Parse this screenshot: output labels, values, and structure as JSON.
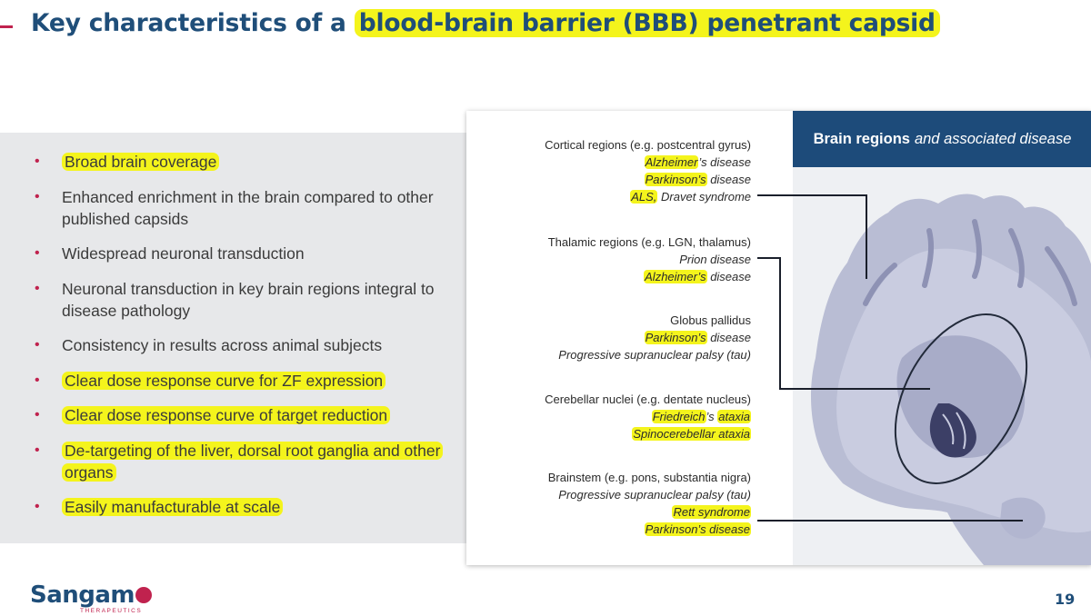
{
  "title": {
    "prefix": "Key characteristics of a ",
    "highlight": "blood-brain barrier (BBB) penetrant capsid"
  },
  "bullets": [
    {
      "text": "Broad brain coverage",
      "highlighted": true
    },
    {
      "text": "Enhanced enrichment in the brain compared to other published capsids",
      "highlighted": false
    },
    {
      "text": "Widespread neuronal transduction",
      "highlighted": false
    },
    {
      "text": "Neuronal transduction in key brain regions integral to disease pathology",
      "highlighted": false
    },
    {
      "text": "Consistency in results across animal subjects",
      "highlighted": false
    },
    {
      "text": "Clear dose response curve for ZF expression",
      "highlighted": true
    },
    {
      "text": "Clear dose response curve of target reduction",
      "highlighted": true
    },
    {
      "text": "De-targeting of the liver, dorsal root ganglia and other organs",
      "highlighted": true
    },
    {
      "text": "Easily manufacturable at scale",
      "highlighted": true
    }
  ],
  "panel": {
    "header_bold": "Brain regions",
    "header_italic": "and associated disease",
    "regions": [
      {
        "name": "Cortical regions (e.g. postcentral gyrus)",
        "d1_hl": "Alzheimer",
        "d1_rest": "’s disease",
        "d2_hl": "Parkinson’s",
        "d2_rest": " disease",
        "d3_hl": "ALS,",
        "d3_rest": " Dravet syndrome"
      },
      {
        "name": "Thalamic regions (e.g. LGN, thalamus)",
        "d1": "Prion disease",
        "d2_hl": "Alzheimer’s",
        "d2_rest": " disease"
      },
      {
        "name": "Globus pallidus",
        "d1_hl": "Parkinson’s",
        "d1_rest": " disease",
        "d2": "Progressive supranuclear palsy (tau)"
      },
      {
        "name": "Cerebellar nuclei (e.g. dentate nucleus)",
        "d1_hl": "Friedreich",
        "d1_mid": "’s ",
        "d1_hl2": "ataxia",
        "d2_hl": "Spinocerebellar ataxia"
      },
      {
        "name": "Brainstem (e.g. pons, substantia nigra)",
        "d1": "Progressive supranuclear palsy (tau)",
        "d2_hl": "Rett syndrome",
        "d3_hl": "Parkinson’s disease"
      }
    ]
  },
  "footer": {
    "logo": "Sangam",
    "logo_sub": "THERAPEUTICS",
    "page_number": "19"
  },
  "colors": {
    "title_blue": "#1f4e79",
    "highlight_yellow": "#f4f41c",
    "accent_red": "#c0224e",
    "header_navy": "#1d4b7a"
  }
}
